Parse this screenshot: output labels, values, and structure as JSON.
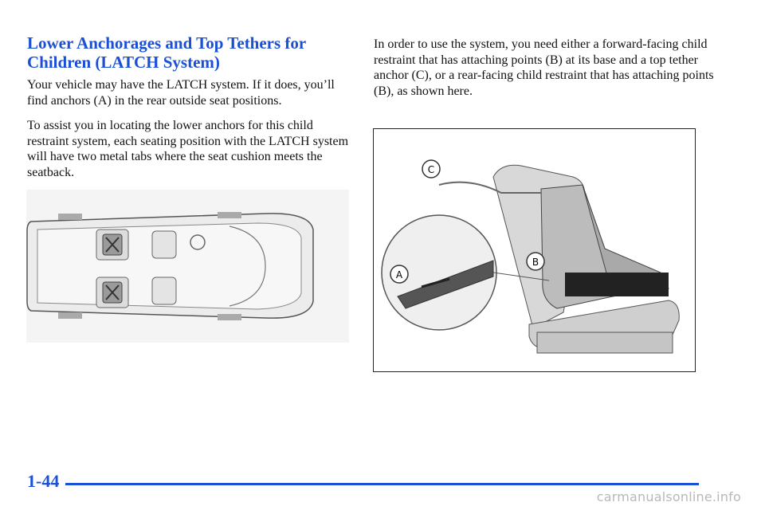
{
  "section": {
    "heading_line1": "Lower Anchorages and Top Tethers for",
    "heading_line2": "Children (LATCH System)"
  },
  "paragraphs": {
    "intro": "Your vehicle may have the LATCH system. If it does, you’ll find anchors (A) in the rear outside seat positions.",
    "locating": "To assist you in locating the lower anchors for this child restraint system, each seating position with the LATCH system will have two metal tabs where the seat cushion meets the seatback.",
    "usage": "In order to use the system, you need either a forward-facing child restraint that has attaching points (B) at its base and a top tether anchor (C), or a rear-facing child restraint that has attaching points (B), as shown here."
  },
  "figure_labels": {
    "anchor_a": "A",
    "point_b": "B",
    "tether_c": "C"
  },
  "footer": {
    "page_number": "1-44",
    "watermark": "carmanualsonline.info"
  },
  "colors": {
    "accent_blue": "#1a4fd6",
    "watermark_gray": "#b8b8b8"
  }
}
